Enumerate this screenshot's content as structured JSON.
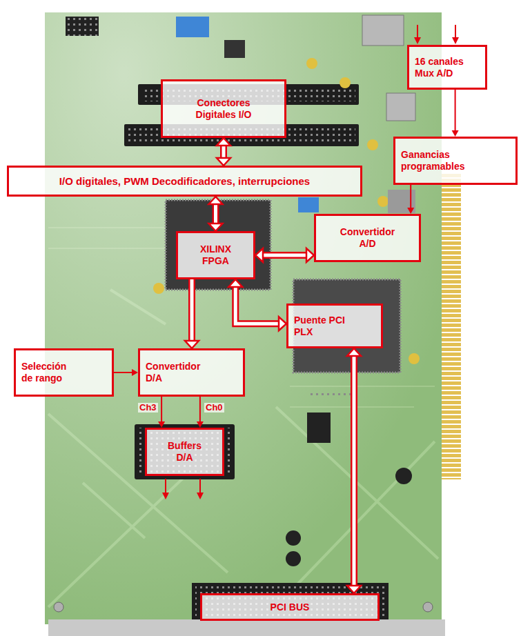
{
  "diagram": {
    "nodes": [
      {
        "text": [
          "16 canales Mux A/D"
        ]
      },
      {
        "text": [
          "Conectores Digitales I/O"
        ]
      },
      {
        "text": [
          "Ganancias programables"
        ]
      },
      {
        "text": [
          "I/O digitales, PWM Decodificadores, interrupciones"
        ]
      },
      {
        "text": [
          "Convertidor A/D"
        ]
      },
      {
        "text": [
          "XILINX FPGA"
        ]
      },
      {
        "text": [
          "Puente PCI PLX"
        ]
      },
      {
        "text": [
          "Selección de rango"
        ]
      },
      {
        "text": [
          "Convertidor D/A"
        ]
      },
      {
        "text": [
          "Buffers D/A"
        ]
      },
      {
        "text": [
          "PCI BUS"
        ]
      }
    ],
    "edges": [
      {
        "from": 1,
        "to": 3,
        "arrow": "both"
      },
      {
        "from": 3,
        "to": 5,
        "arrow": "both"
      },
      {
        "from": 5,
        "to": 4,
        "arrow": "both"
      },
      {
        "from": 5,
        "to": 6,
        "arrow": "both"
      },
      {
        "from": 5,
        "to": 8,
        "arrow": "to"
      },
      {
        "from": 7,
        "to": 8,
        "arrow": "to"
      },
      {
        "from": 8,
        "to": 9,
        "label": "Ch3",
        "arrow": "to"
      },
      {
        "from": 8,
        "to": 9,
        "label": "Ch0",
        "arrow": "to"
      },
      {
        "from": 0,
        "to": 2,
        "arrow": "to"
      },
      {
        "from": 2,
        "to": 4,
        "arrow": "to"
      },
      {
        "from": 6,
        "to": 10,
        "arrow": "both"
      }
    ]
  }
}
